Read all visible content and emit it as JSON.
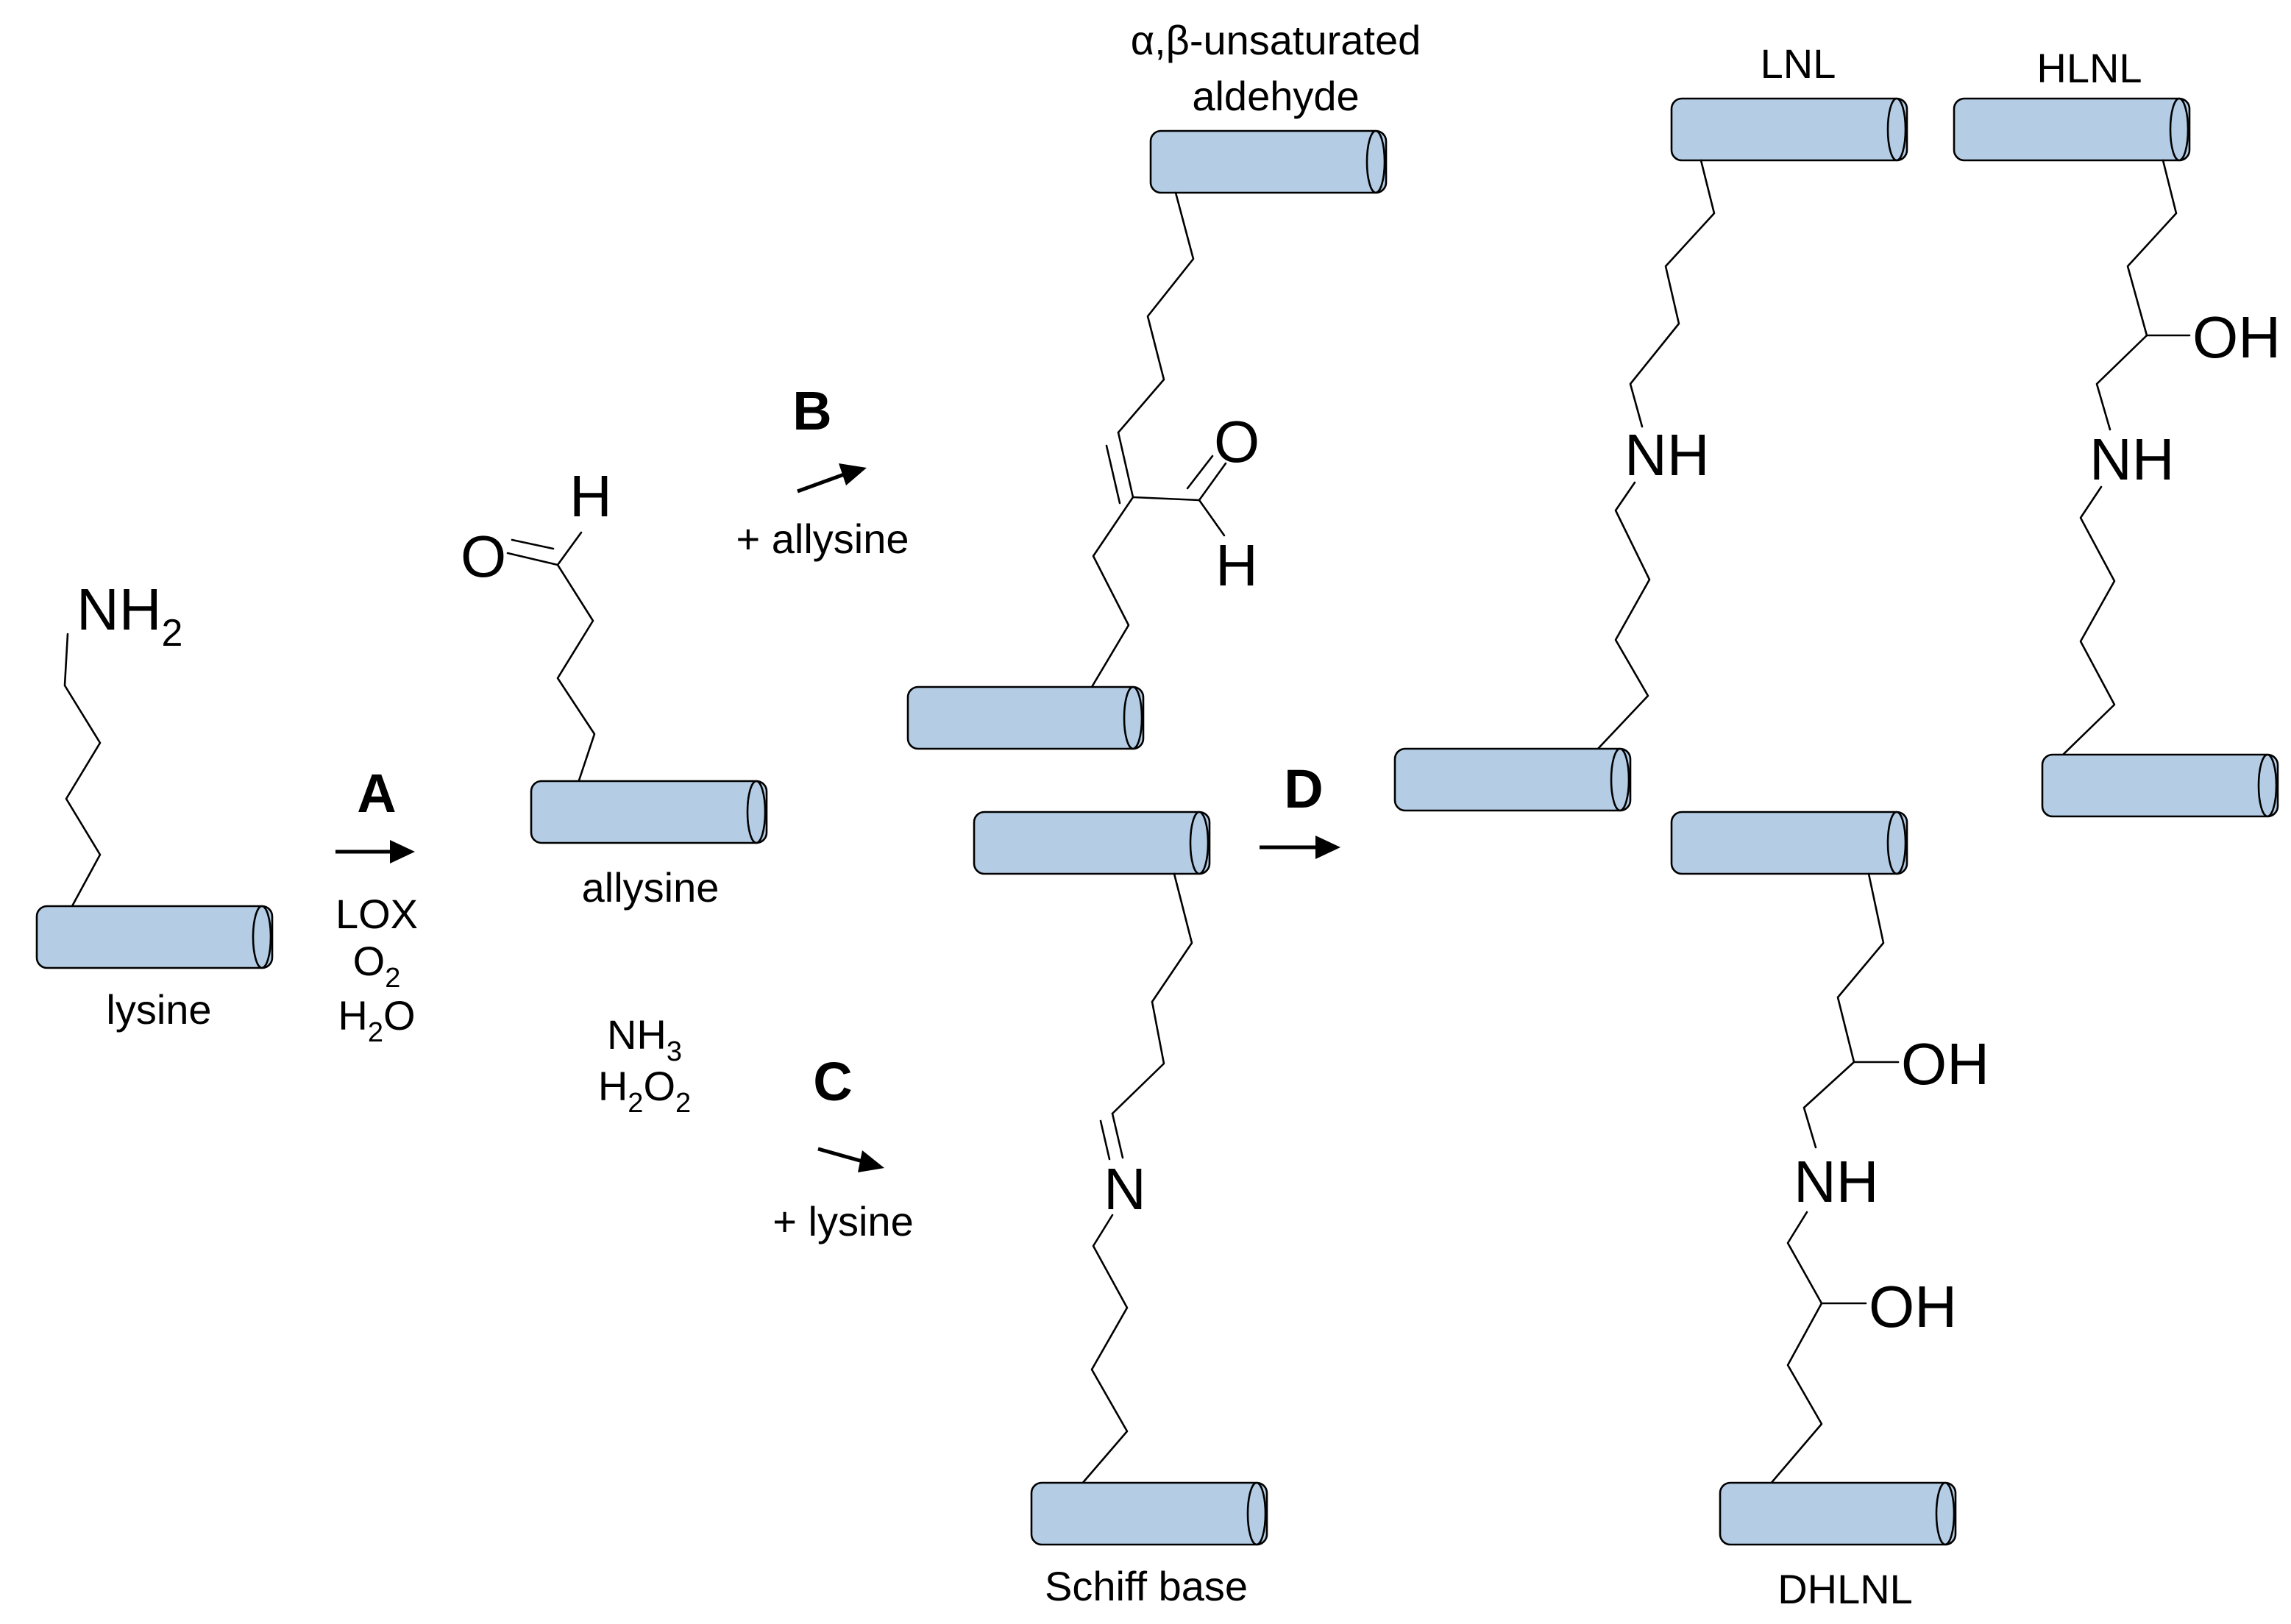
{
  "colors": {
    "fibril": "#b4cde5",
    "line": "#000000"
  },
  "steps": {
    "a": "A",
    "b": "B",
    "c": "C",
    "d": "D"
  },
  "reagents": {
    "a": {
      "enzyme": "LOX",
      "o2": "O",
      "o2_sub": "2",
      "h2o_h": "H",
      "h2o_sub": "2",
      "h2o_o": "O"
    },
    "by": {
      "nh3": "NH",
      "nh3_sub": "3",
      "h2o2_h": "H",
      "h2o2_sub1": "2",
      "h2o2_o": "O",
      "h2o2_sub2": "2"
    },
    "b": "+ allysine",
    "c": "+ lysine"
  },
  "labels": {
    "lysine": "lysine",
    "allysine": "allysine",
    "aldehyde_l1": "α,β-unsaturated",
    "aldehyde_l2": "aldehyde",
    "schiff": "Schiff base",
    "lnl": "LNL",
    "hlnl": "HLNL",
    "dhlnl": "DHLNL"
  },
  "atoms": {
    "nh2": "NH",
    "nh2_sub": "2",
    "o": "O",
    "h": "H",
    "n": "N",
    "nh": "NH",
    "oh": "OH"
  }
}
